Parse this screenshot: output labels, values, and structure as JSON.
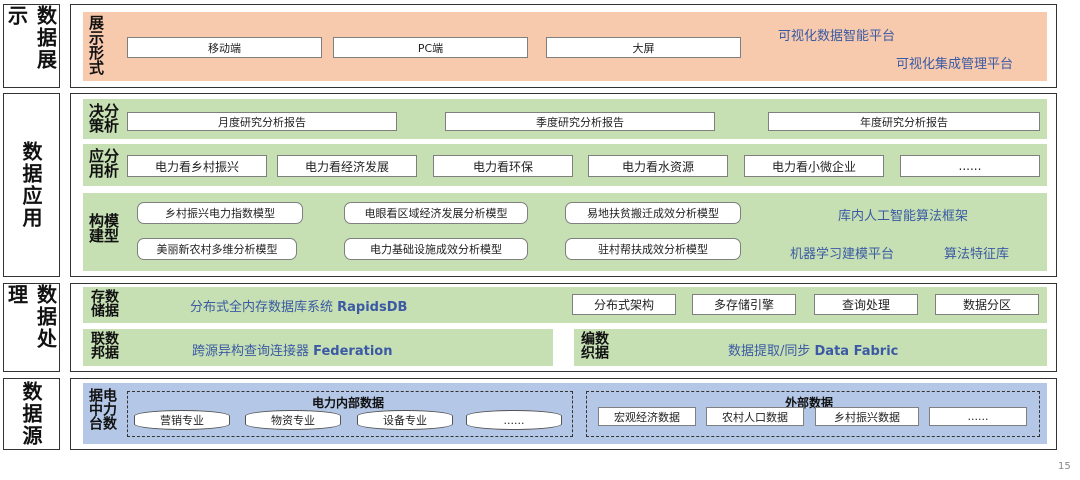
{
  "side_labels": {
    "display": "数据展示",
    "application": "数据应用",
    "processing": "数据处理",
    "source": "数据源"
  },
  "display": {
    "label": "展示形式",
    "items": [
      "移动端",
      "PC端",
      "大屏"
    ],
    "platform1": "可视化数据智能平台",
    "platform2": "可视化集成管理平台"
  },
  "application": {
    "decision": {
      "label": "分析决策",
      "items": [
        "月度研究分析报告",
        "季度研究分析报告",
        "年度研究分析报告"
      ]
    },
    "analysis": {
      "label": "分析应用",
      "items": [
        "电力看乡村振兴",
        "电力看经济发展",
        "电力看环保",
        "电力看水资源",
        "电力看小微企业",
        "......"
      ]
    },
    "model": {
      "label": "模型构建",
      "items": [
        "乡村振兴电力指数模型",
        "电眼看区域经济发展分析模型",
        "易地扶贫搬迁成效分析模型",
        "美丽新农村多维分析模型",
        "电力基础设施成效分析模型",
        "驻村帮扶成效分析模型"
      ],
      "frame1": "库内人工智能算法框架",
      "frame2": "机器学习建模平台",
      "frame3": "算法特征库"
    }
  },
  "processing": {
    "storage": {
      "label": "数据存储",
      "text_prefix": "分布式全内存数据库系统 ",
      "text_name": "RapidsDB",
      "items": [
        "分布式架构",
        "多存储引擎",
        "查询处理",
        "数据分区"
      ]
    },
    "federation": {
      "label": "数据联邦",
      "text_prefix": "跨源异构查询连接器 ",
      "text_name": "Federation"
    },
    "orchestration": {
      "label": "数据编织",
      "text_prefix": "数据提取/同步 ",
      "text_name": "Data Fabric"
    }
  },
  "source": {
    "label": "电力数据中台",
    "internal": {
      "title": "电力内部数据",
      "items": [
        "营销专业",
        "物资专业",
        "设备专业",
        "......"
      ]
    },
    "external": {
      "title": "外部数据",
      "items": [
        "宏观经济数据",
        "农村人口数据",
        "乡村振兴数据",
        "......"
      ]
    }
  },
  "page_number": "15",
  "colors": {
    "display_band": "#f7c9ad",
    "application_band": "#c6e0b4",
    "source_band": "#b4c7e7",
    "blue_text": "#3b5aa3"
  }
}
